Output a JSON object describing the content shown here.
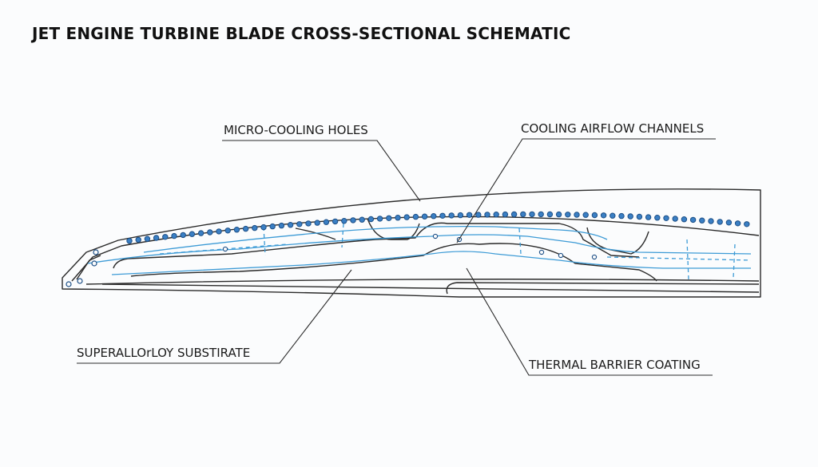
{
  "title": "JET ENGINE TURBINE BLADE CROSS-SECTIONAL SCHEMATIC",
  "labels": {
    "micro_cooling_holes": "MICRO-COOLING HOLES",
    "cooling_airflow_channels": "COOLING AIRFLOW CHANNELS",
    "superalloy_substrate": "SUPERALLOrLOY SUBSTIRATE",
    "thermal_barrier_coating": "THERMAL BARRIER COATING"
  },
  "colors": {
    "outline": "#2a2a2a",
    "channel": "#3d9bd6",
    "hole_fill": "#3a7fc4",
    "hole_stroke": "#1d4f86"
  }
}
